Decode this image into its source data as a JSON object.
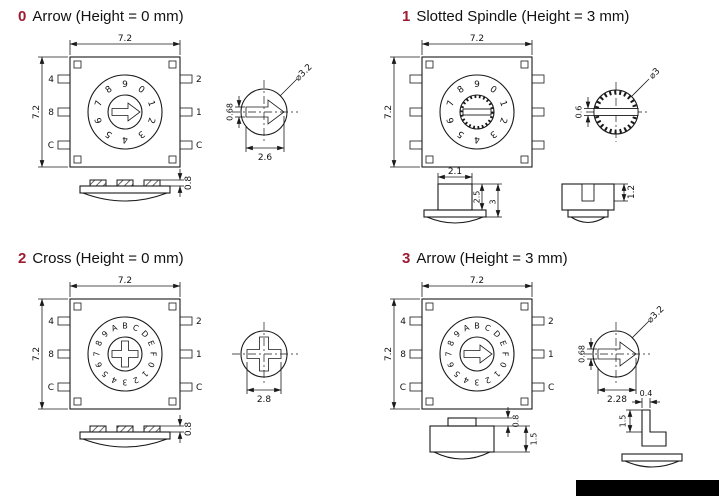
{
  "page": {
    "accent_color": "#9e1b32",
    "line_color": "#1a1a1a",
    "footer_bar_color": "#000000"
  },
  "sections": [
    {
      "number": "0",
      "title": "Arrow (Height = 0 mm)",
      "top_view": {
        "width_dim": "7.2",
        "height_dim": "7.2",
        "pin_labels_left": [
          "4",
          "8",
          "C"
        ],
        "pin_labels_right": [
          "2",
          "1",
          "C"
        ],
        "dial_digits": [
          "0",
          "1",
          "2",
          "3",
          "4",
          "5",
          "6",
          "7",
          "8",
          "9"
        ]
      },
      "detail_view": {
        "diameter_label": "⌀3.2",
        "width_dim": "2.6",
        "offset_dim": "0.68"
      },
      "side_view": {
        "height_dim": "0.8"
      }
    },
    {
      "number": "1",
      "title": "Slotted Spindle (Height = 3 mm)",
      "top_view": {
        "width_dim": "7.2",
        "height_dim": "7.2",
        "dial_digits": [
          "0",
          "1",
          "2",
          "3",
          "4",
          "5",
          "6",
          "7",
          "8",
          "9"
        ]
      },
      "detail_view": {
        "diameter_label": "⌀3",
        "slot_dim": "0.6"
      },
      "spindle_view": {
        "width_dim": "2.1",
        "height_dim": "2.5",
        "total_height_dim": "3"
      },
      "slot_view": {
        "depth_dim": "1.2"
      }
    },
    {
      "number": "2",
      "title": "Cross (Height = 0 mm)",
      "top_view": {
        "width_dim": "7.2",
        "height_dim": "7.2",
        "pin_labels_left": [
          "4",
          "8",
          "C"
        ],
        "pin_labels_right": [
          "2",
          "1",
          "C"
        ],
        "dial_digits": [
          "0",
          "1",
          "2",
          "3",
          "4",
          "5",
          "6",
          "7",
          "8",
          "9",
          "A",
          "B",
          "C",
          "D",
          "E",
          "F"
        ]
      },
      "detail_view": {
        "width_dim": "2.8"
      },
      "side_view": {
        "height_dim": "0.8"
      }
    },
    {
      "number": "3",
      "title": "Arrow (Height = 3 mm)",
      "top_view": {
        "width_dim": "7.2",
        "height_dim": "7.2",
        "pin_labels_left": [
          "4",
          "8",
          "C"
        ],
        "pin_labels_right": [
          "2",
          "1",
          "C"
        ],
        "dial_digits": [
          "0",
          "1",
          "2",
          "3",
          "4",
          "5",
          "6",
          "7",
          "8",
          "9",
          "A",
          "B",
          "C",
          "D",
          "E",
          "F"
        ]
      },
      "detail_view": {
        "diameter_label": "⌀3.2",
        "width_dim": "2.28",
        "offset_dim": "0.68"
      },
      "side_view": {
        "step_dim": "0.8",
        "height_dim": "1.5"
      },
      "corner_detail": {
        "tip_width_dim": "0.4",
        "tip_height_dim": "1.5"
      }
    }
  ]
}
